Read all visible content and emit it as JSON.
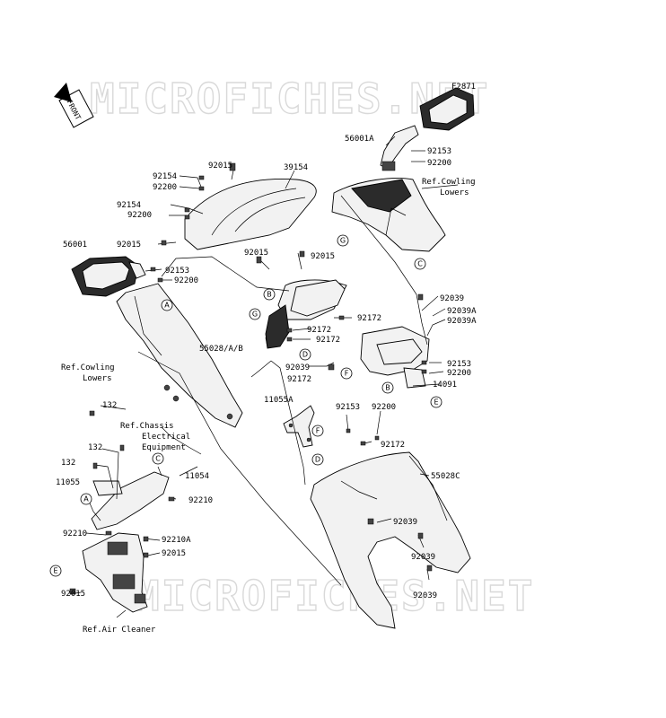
{
  "figure_code": "F2871",
  "watermark": "MICROFICHES.NET",
  "front_label": "FRONT",
  "part_numbers": {
    "mirror_right": "56001A",
    "screw_92153_top": "92153",
    "washer_92200_top": "92200",
    "ref_cowling_lowers_right": "Ref.Cowling\nLowers",
    "p92015_a": "92015",
    "p39154": "39154",
    "p92154_a": "92154",
    "p92200_a": "92200",
    "p92154_b": "92154",
    "p92200_b": "92200",
    "p56001": "56001",
    "p92015_b": "92015",
    "p92015_c": "92015",
    "p92015_d": "92015",
    "p92153_left": "92153",
    "p92200_left": "92200",
    "p92039_a": "92039",
    "p92039A_a": "92039A",
    "p92039A_b": "92039A",
    "p92172_a": "92172",
    "p92172_b": "92172",
    "p92172_c": "92172",
    "p55028AB": "55028/A/B",
    "ref_cowling_lowers_left": "Ref.Cowling\nLowers",
    "p92039_b": "92039",
    "p92172_d": "92172",
    "p92153_mid": "92153",
    "p92200_mid": "92200",
    "p14091": "14091",
    "p11055A": "11055A",
    "p92153_low": "92153",
    "p92200_low": "92200",
    "p132_a": "132",
    "ref_chassis": "Ref.Chassis\nElectrical\nEquipment",
    "p132_b": "132",
    "p92172_e": "92172",
    "p55028C": "55028C",
    "p132_c": "132",
    "p11055": "11055",
    "p11054": "11054",
    "p92210_a": "92210",
    "p92039_c": "92039",
    "p92210_b": "92210",
    "p92210A": "92210A",
    "p92015_e": "92015",
    "p92039_d": "92039",
    "p92039_e": "92039",
    "p92015_f": "92015",
    "ref_air_cleaner": "Ref.Air Cleaner"
  },
  "callouts": [
    "A",
    "B",
    "C",
    "D",
    "E",
    "F",
    "G"
  ]
}
